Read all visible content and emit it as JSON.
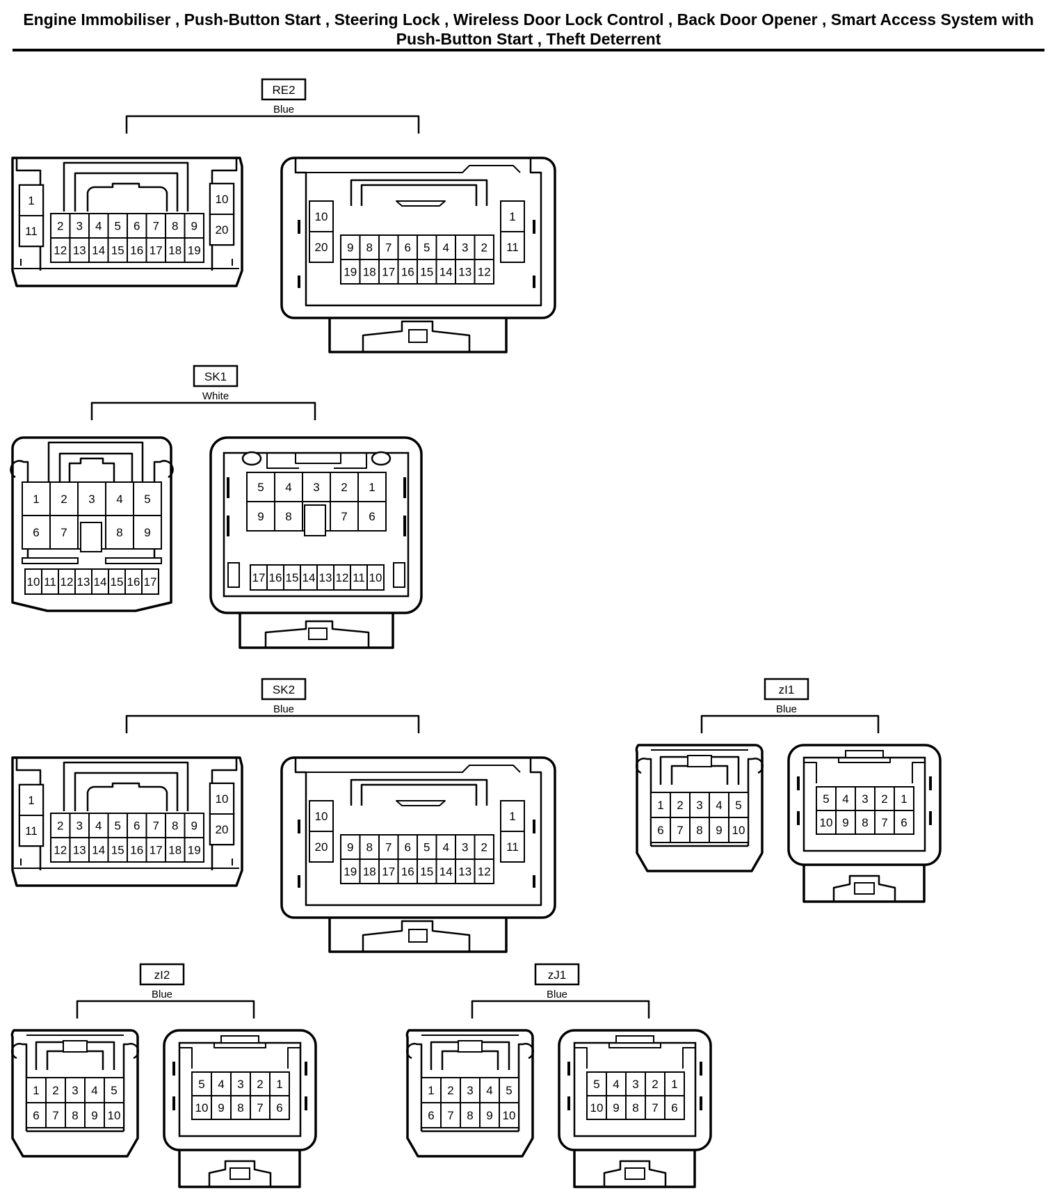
{
  "title": "Engine Immobiliser , Push-Button Start , Steering Lock , Wireless Door Lock Control , Back Door Opener , Smart Access System with Push-Button Start , Theft Deterrent",
  "colors": {
    "line": "#000000",
    "background": "#ffffff"
  },
  "connectors": [
    {
      "id": "RE2",
      "code": "RE2",
      "color": "Blue",
      "style": "20pin",
      "left": {
        "top": [
          "1",
          "10"
        ],
        "bottom": [
          "11",
          "20"
        ],
        "row1": [
          "2",
          "3",
          "4",
          "5",
          "6",
          "7",
          "8",
          "9"
        ],
        "row2": [
          "12",
          "13",
          "14",
          "15",
          "16",
          "17",
          "18",
          "19"
        ]
      },
      "right": {
        "top": [
          "10",
          "1"
        ],
        "bottom": [
          "20",
          "11"
        ],
        "row1": [
          "9",
          "8",
          "7",
          "6",
          "5",
          "4",
          "3",
          "2"
        ],
        "row2": [
          "19",
          "18",
          "17",
          "16",
          "15",
          "14",
          "13",
          "12"
        ]
      }
    },
    {
      "id": "SK1",
      "code": "SK1",
      "color": "White",
      "style": "17pin",
      "left": {
        "row1": [
          "1",
          "2",
          "3",
          "4",
          "5"
        ],
        "row2": [
          "6",
          "7",
          "",
          "8",
          "9"
        ],
        "row3": [
          "10",
          "11",
          "12",
          "13",
          "14",
          "15",
          "16",
          "17"
        ]
      },
      "right": {
        "row1": [
          "5",
          "4",
          "3",
          "2",
          "1"
        ],
        "row2": [
          "9",
          "8",
          "",
          "7",
          "6"
        ],
        "row3": [
          "17",
          "16",
          "15",
          "14",
          "13",
          "12",
          "11",
          "10"
        ]
      }
    },
    {
      "id": "SK2",
      "code": "SK2",
      "color": "Blue",
      "style": "20pin",
      "left": {
        "top": [
          "1",
          "10"
        ],
        "bottom": [
          "11",
          "20"
        ],
        "row1": [
          "2",
          "3",
          "4",
          "5",
          "6",
          "7",
          "8",
          "9"
        ],
        "row2": [
          "12",
          "13",
          "14",
          "15",
          "16",
          "17",
          "18",
          "19"
        ]
      },
      "right": {
        "top": [
          "10",
          "1"
        ],
        "bottom": [
          "20",
          "11"
        ],
        "row1": [
          "9",
          "8",
          "7",
          "6",
          "5",
          "4",
          "3",
          "2"
        ],
        "row2": [
          "19",
          "18",
          "17",
          "16",
          "15",
          "14",
          "13",
          "12"
        ]
      }
    },
    {
      "id": "zI1",
      "code": "zI1",
      "color": "Blue",
      "style": "10pin",
      "left": {
        "row1": [
          "1",
          "2",
          "3",
          "4",
          "5"
        ],
        "row2": [
          "6",
          "7",
          "8",
          "9",
          "10"
        ]
      },
      "right": {
        "row1": [
          "5",
          "4",
          "3",
          "2",
          "1"
        ],
        "row2": [
          "10",
          "9",
          "8",
          "7",
          "6"
        ]
      }
    },
    {
      "id": "zI2",
      "code": "zI2",
      "color": "Blue",
      "style": "10pin",
      "left": {
        "row1": [
          "1",
          "2",
          "3",
          "4",
          "5"
        ],
        "row2": [
          "6",
          "7",
          "8",
          "9",
          "10"
        ]
      },
      "right": {
        "row1": [
          "5",
          "4",
          "3",
          "2",
          "1"
        ],
        "row2": [
          "10",
          "9",
          "8",
          "7",
          "6"
        ]
      }
    },
    {
      "id": "zJ1",
      "code": "zJ1",
      "color": "Blue",
      "style": "10pin",
      "left": {
        "row1": [
          "1",
          "2",
          "3",
          "4",
          "5"
        ],
        "row2": [
          "6",
          "7",
          "8",
          "9",
          "10"
        ]
      },
      "right": {
        "row1": [
          "5",
          "4",
          "3",
          "2",
          "1"
        ],
        "row2": [
          "10",
          "9",
          "8",
          "7",
          "6"
        ]
      }
    }
  ]
}
